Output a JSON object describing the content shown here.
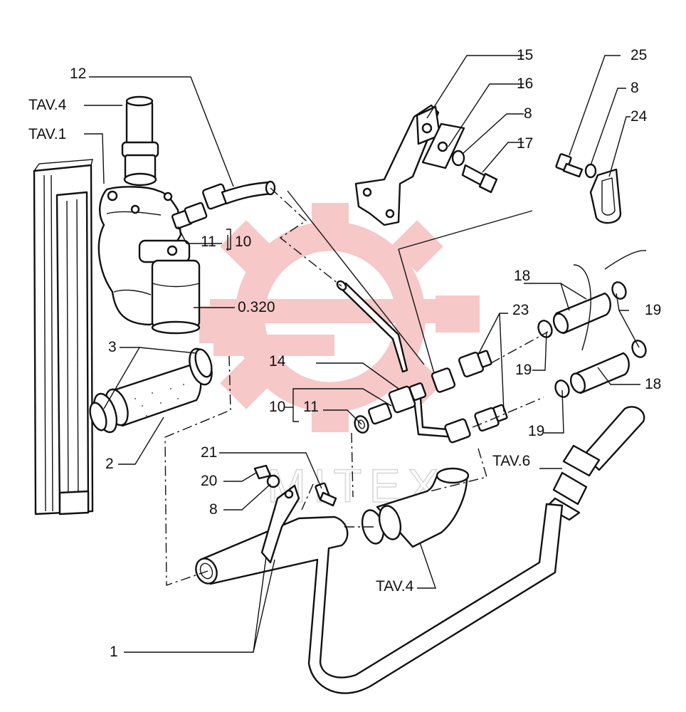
{
  "diagram": {
    "labels": {
      "tav4_top": "TAV.4",
      "tav1": "TAV.1",
      "p12": "12",
      "p11_top": "11",
      "p10_top": "10",
      "p0320": "0.320",
      "p3": "3",
      "p2": "2",
      "p15": "15",
      "p16": "16",
      "p8_mid": "8",
      "p17": "17",
      "p25": "25",
      "p8_right": "8",
      "p24": "24",
      "p18_top": "18",
      "p23": "23",
      "p19_right": "19",
      "p19_mid": "19",
      "p14": "14",
      "p10_mid": "10",
      "p11_mid": "11",
      "p18_bottom": "18",
      "p19_bottom": "19",
      "tav6": "TAV.6",
      "p21": "21",
      "p20": "20",
      "p8_bottom": "8",
      "tav4_bottom": "TAV.4",
      "p1": "1"
    },
    "watermark": {
      "text": "MITEX",
      "color": "#f4b6b6"
    }
  }
}
